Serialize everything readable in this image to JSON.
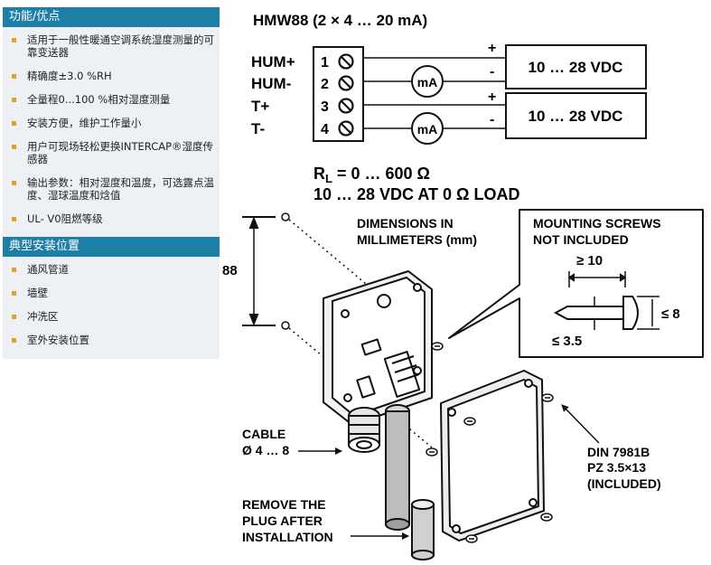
{
  "sidebar": {
    "features_title": "功能/优点",
    "features": [
      "适用于一般性暖通空调系统湿度测量的可靠变送器",
      "精确度±3.0 %RH",
      "全量程0...100 %相对湿度测量",
      "安装方便，维护工作量小",
      "用户可现场轻松更换INTERCAP®湿度传感器",
      "输出参数：相对湿度和温度，可选露点温度、湿球温度和焓值",
      "UL- V0阻燃等级"
    ],
    "locations_title": "典型安装位置",
    "locations": [
      "通风管道",
      "墙壁",
      "冲洗区",
      "室外安装位置"
    ]
  },
  "wiring": {
    "title": "HMW88 (2 × 4 … 20 mA)",
    "terminals": [
      {
        "label": "HUM+",
        "num": "1"
      },
      {
        "label": "HUM-",
        "num": "2"
      },
      {
        "label": "T+",
        "num": "3"
      },
      {
        "label": "T-",
        "num": "4"
      }
    ],
    "meter_label": "mA",
    "supply_label": "10 … 28 VDC",
    "plus": "+",
    "minus": "-",
    "rl_prefix": "R",
    "rl_sub": "L",
    "rl_value": " = 0 … 600 Ω",
    "load_note": "10 … 28 VDC AT 0 Ω LOAD"
  },
  "dims": {
    "dimensions_line1": "DIMENSIONS IN",
    "dimensions_line2": "MILLIMETERS (mm)",
    "height": "88",
    "mount_line1": "MOUNTING SCREWS",
    "mount_line2": "NOT INCLUDED",
    "screw_len": "≥ 10",
    "head_dia": "≤ 8",
    "shank_dia": "≤ 3.5",
    "cable_line1": "CABLE",
    "cable_line2": "Ø 4 … 8",
    "plug_line1": "REMOVE THE",
    "plug_line2": "PLUG AFTER",
    "plug_line3": "INSTALLATION",
    "din_line1": "DIN 7981B",
    "din_line2": "PZ 3.5×13",
    "din_line3": "(INCLUDED)"
  }
}
